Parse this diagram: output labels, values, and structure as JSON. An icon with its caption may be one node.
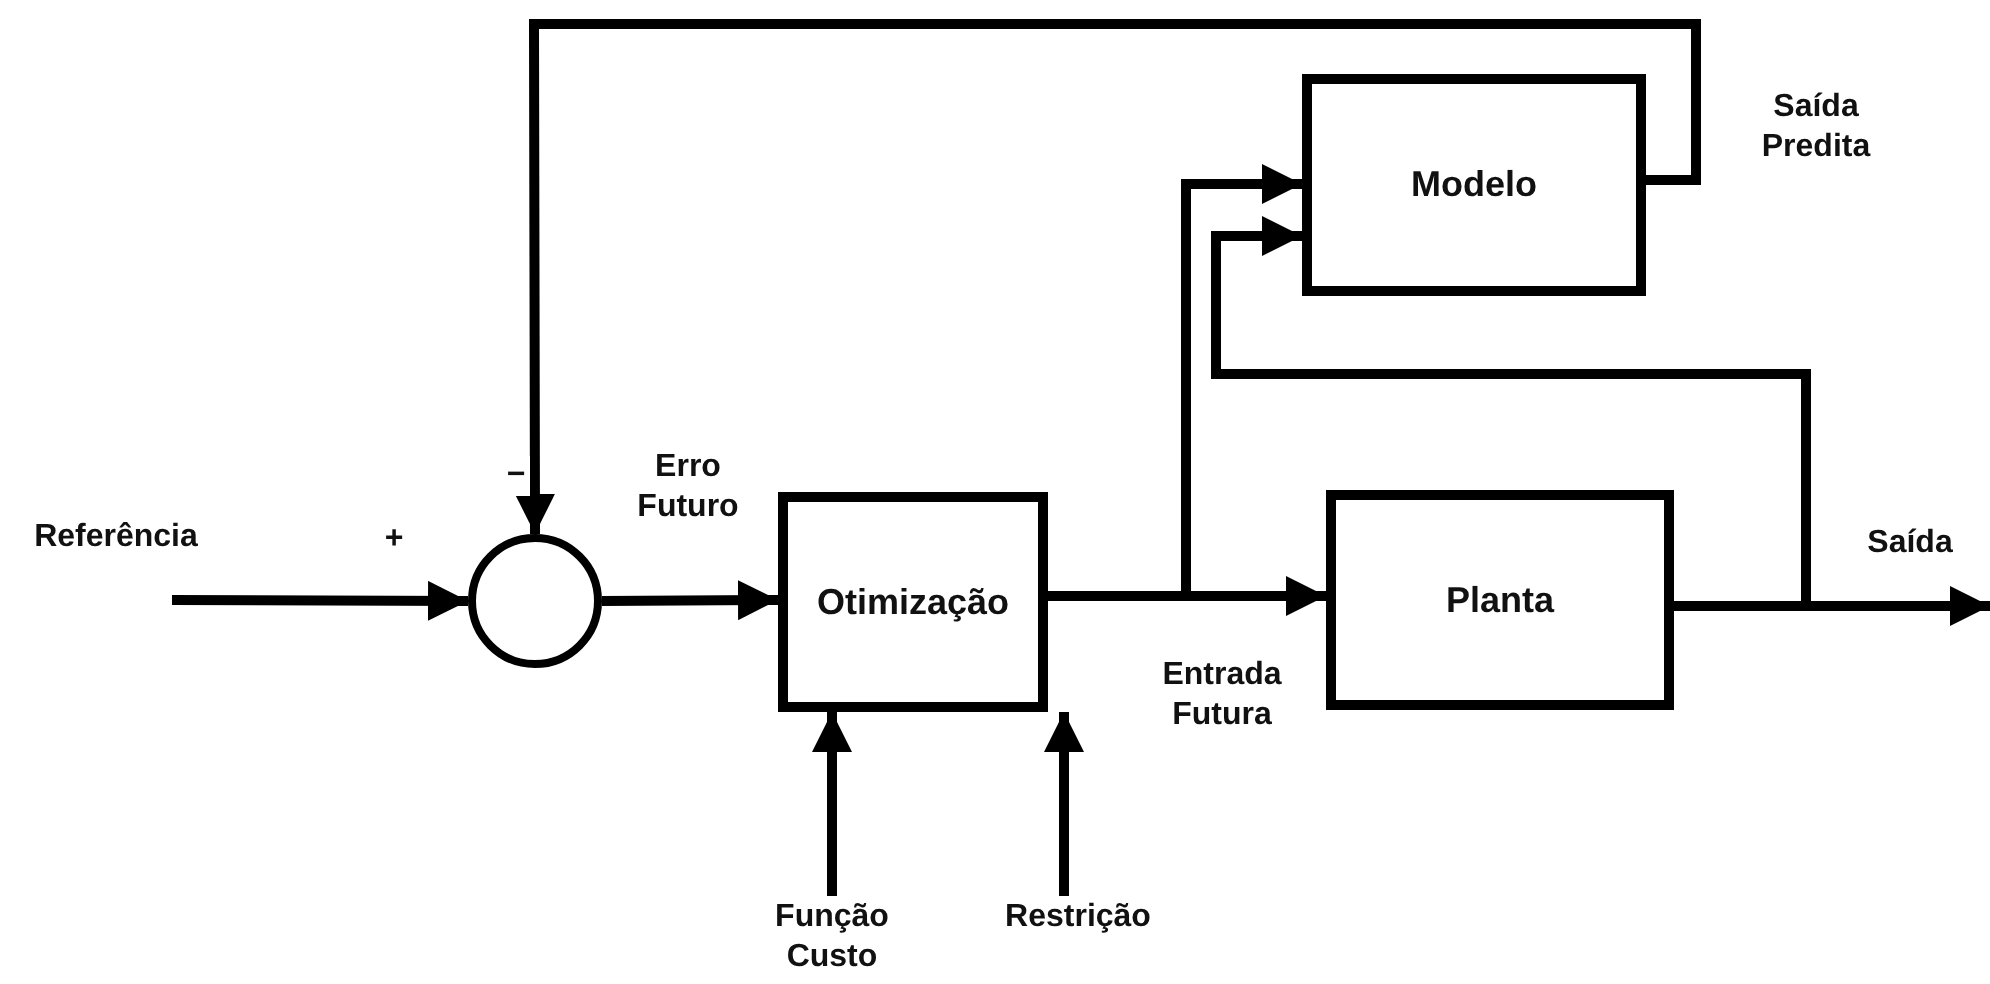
{
  "diagram": {
    "nodes": [
      {
        "text": [],
        "shape": "circle"
      },
      {
        "text": [
          "Otimização"
        ]
      },
      {
        "text": [
          "Modelo"
        ]
      },
      {
        "text": [
          "Planta"
        ]
      },
      {
        "text": [
          "Função Custo"
        ]
      },
      {
        "text": [
          "Restrição"
        ]
      }
    ],
    "edges": [
      {
        "from": null,
        "to": 0,
        "arrow": "to",
        "label": "Referência"
      },
      {
        "from": 0,
        "to": 1,
        "arrow": "to",
        "label": "Erro Futuro"
      },
      {
        "from": 1,
        "to": 3,
        "arrow": "to",
        "label": "Entrada Futura"
      },
      {
        "from": 1,
        "to": 2,
        "arrow": "to"
      },
      {
        "from": 3,
        "to": null,
        "arrow": "to",
        "label": "Saída"
      },
      {
        "from": 3,
        "to": 2,
        "arrow": "to"
      },
      {
        "from": 2,
        "to": 0,
        "arrow": "to",
        "label": "Saída Predita"
      },
      {
        "from": 4,
        "to": 1,
        "arrow": "to"
      },
      {
        "from": 5,
        "to": 1,
        "arrow": "to"
      }
    ],
    "labels": [
      "−",
      "+"
    ]
  }
}
